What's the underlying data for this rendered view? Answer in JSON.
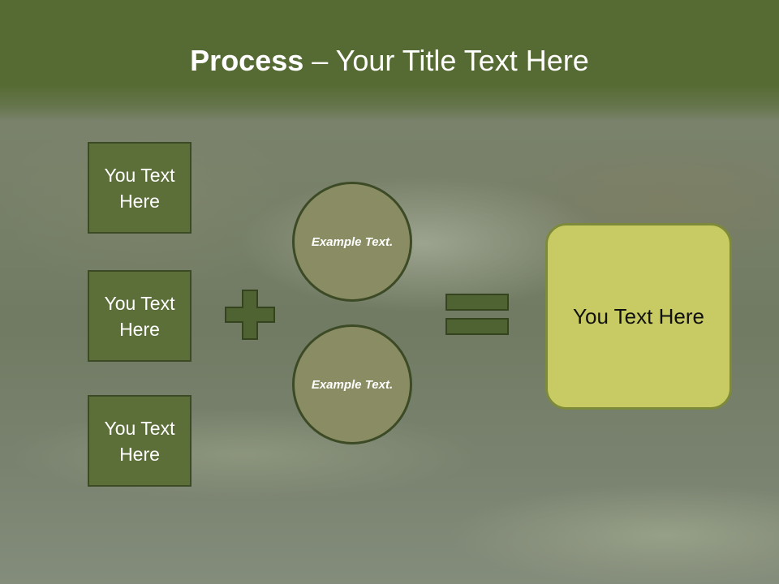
{
  "title": {
    "bold": "Process",
    "rest": " – Your Title Text Here"
  },
  "left_boxes": [
    {
      "label": "You Text Here"
    },
    {
      "label": "You Text Here"
    },
    {
      "label": "You Text Here"
    }
  ],
  "circles": [
    {
      "label": "Example Text."
    },
    {
      "label": "Example Text."
    }
  ],
  "result": {
    "label": "You Text Here"
  },
  "operators": {
    "plus_icon": "plus-icon",
    "equals_icon": "equals-icon"
  },
  "colors": {
    "header": "#566b33",
    "box_fill": "#5c6f39",
    "circle_fill": "#8a8d63",
    "result_fill": "#c8cb63",
    "operator_fill": "#4f6231"
  }
}
